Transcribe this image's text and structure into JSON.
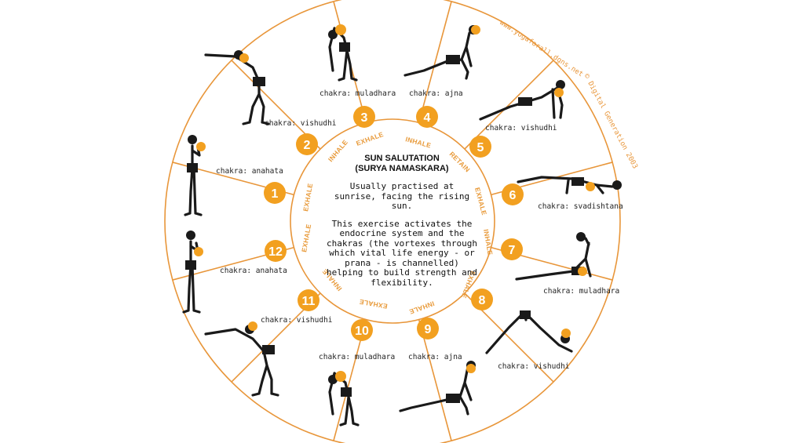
{
  "title_line1": "SUN SALUTATION",
  "title_line2": "(SURYA NAMASKARA)",
  "paragraph1": "Usually practised at sunrise, facing the rising sun.",
  "paragraph2": "This exercise activates the endocrine system and the chakras (the vortexes through which vital life energy - or prana - is channelled) helping to build strength and flexibility.",
  "credits": {
    "website": "www.yogaforall.dgns.net",
    "copyright": "© Digital Generation 2003"
  },
  "colors": {
    "accent": "#f2a020",
    "ring": "#e8963a",
    "figure": "#1a1a1a"
  },
  "breath_labels": [
    "INHALE",
    "EXHALE",
    "INHALE",
    "RETAIN",
    "EXHALE",
    "INHALE",
    "EXHALE",
    "INHALE",
    "EXHALE",
    "INHALE",
    "EXHALE",
    "EXHALE"
  ],
  "poses": [
    {
      "number": "1",
      "chakra": "chakra: anahata"
    },
    {
      "number": "2",
      "chakra": "chakra: vishudhi"
    },
    {
      "number": "3",
      "chakra": "chakra: muladhara"
    },
    {
      "number": "4",
      "chakra": "chakra: ajna"
    },
    {
      "number": "5",
      "chakra": "chakra: vishudhi"
    },
    {
      "number": "6",
      "chakra": "chakra: svadishtana"
    },
    {
      "number": "7",
      "chakra": "chakra: muladhara"
    },
    {
      "number": "8",
      "chakra": "chakra: vishudhi"
    },
    {
      "number": "9",
      "chakra": "chakra: ajna"
    },
    {
      "number": "10",
      "chakra": "chakra: muladhara"
    },
    {
      "number": "11",
      "chakra": "chakra: vishudhi"
    },
    {
      "number": "12",
      "chakra": "chakra: anahata"
    }
  ]
}
